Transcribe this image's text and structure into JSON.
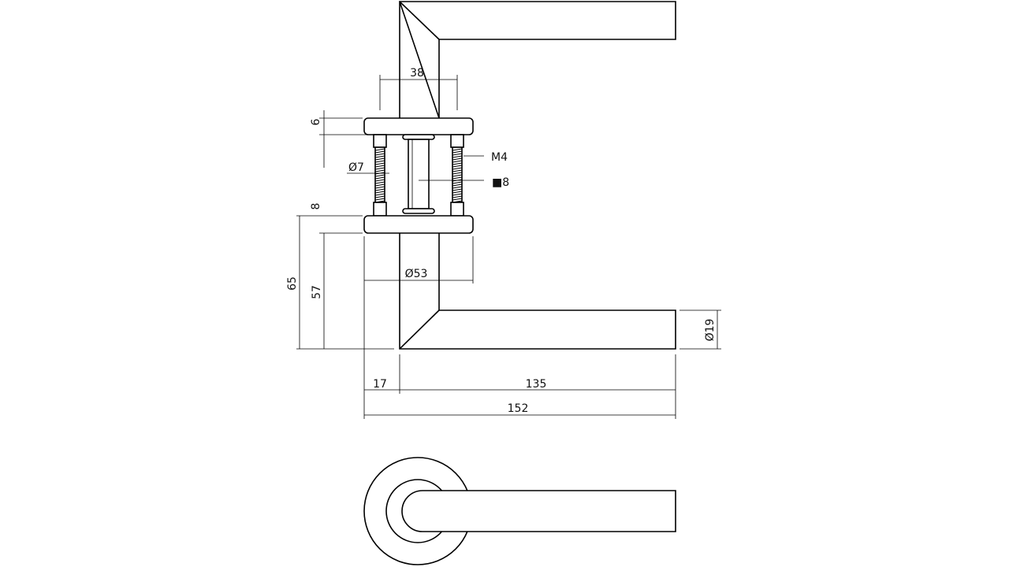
{
  "drawing": {
    "dimensions": {
      "rose_gap": "38",
      "rose_thickness": "6",
      "screw_diameter": "Ø7",
      "screw_thread": "M4",
      "spindle_square": "■8",
      "lower_rose_thickness": "8",
      "rose_diameter": "Ø53",
      "total_height": "65",
      "lever_height": "57",
      "lever_diameter": "Ø19",
      "offset": "17",
      "lever_length": "135",
      "total_length": "152"
    }
  }
}
